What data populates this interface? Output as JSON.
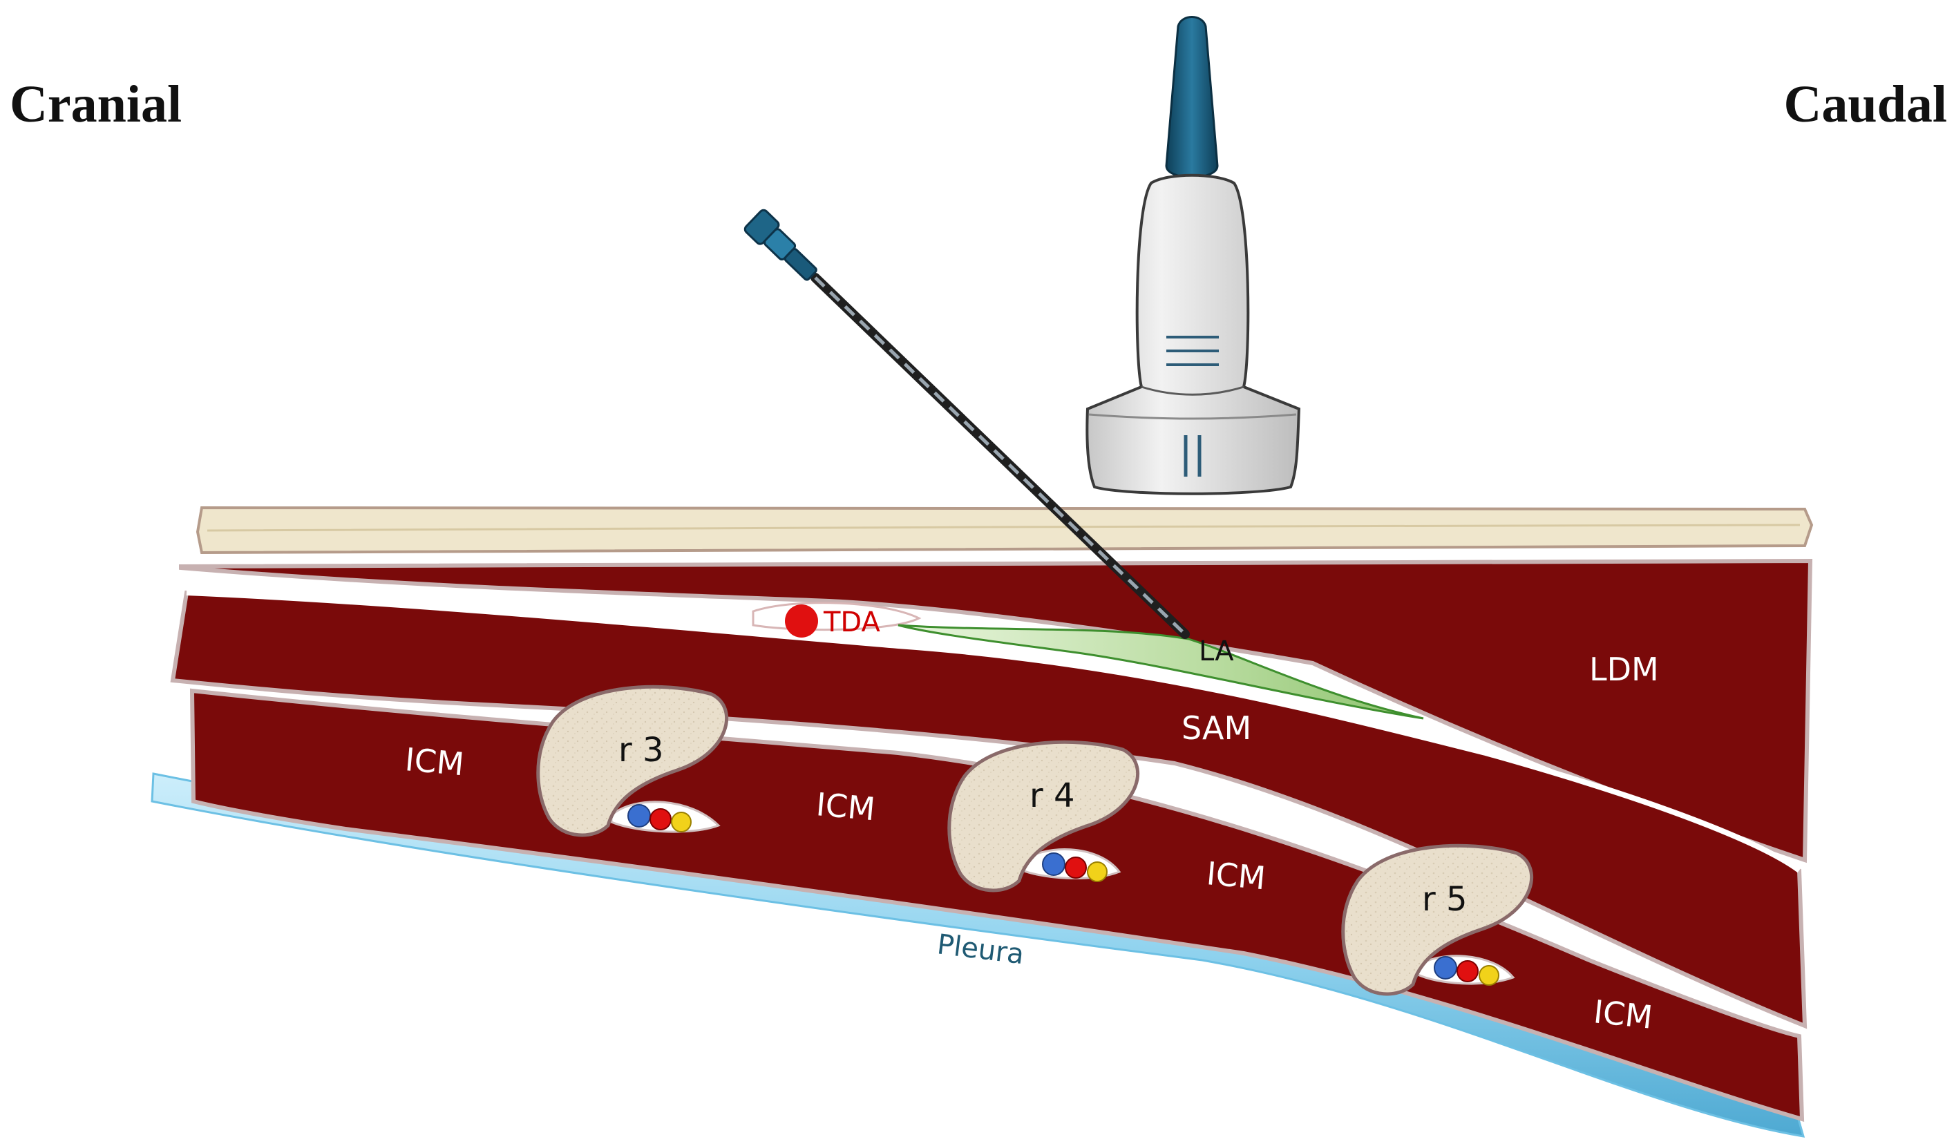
{
  "orientation": {
    "left": "Cranial",
    "right": "Caudal"
  },
  "labels": {
    "tda": "TDA",
    "la": "LA",
    "ldm": "LDM",
    "sam": "SAM",
    "icm": "ICM",
    "rib3": "r 3",
    "rib4": "r 4",
    "rib5": "r 5",
    "pleura": "Pleura"
  },
  "colors": {
    "muscle": "#7a0a0a",
    "muscle_dark": "#4a0404",
    "skin": "#efe6cc",
    "pleura": "#8fd2ee",
    "rib": "#e9dfcc",
    "local_anesthetic": "#b9dca0",
    "probe_body": "#e4e4e4",
    "probe_cable": "#1d5f80",
    "needle_hub": "#1e6587",
    "vein": "#3a6fd0",
    "artery": "#e01010",
    "nerve": "#f1d21a"
  }
}
